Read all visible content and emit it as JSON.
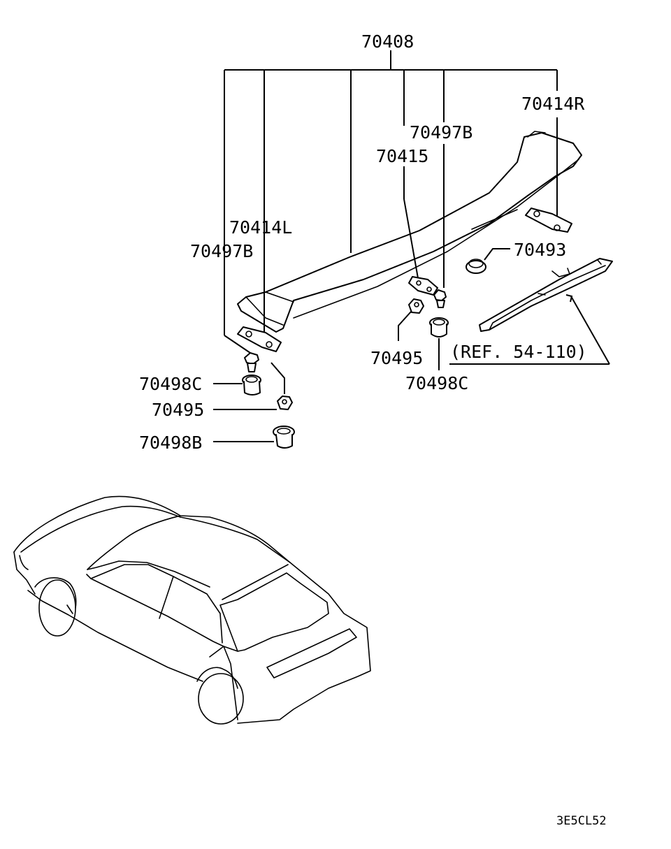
{
  "diagram": {
    "labels": {
      "p70408": "70408",
      "p70414R": "70414R",
      "p70497B_right": "70497B",
      "p70415": "70415",
      "p70414L": "70414L",
      "p70497B_left": "70497B",
      "p70493": "70493",
      "p70495_right": "70495",
      "ref": "(REF. 54-110)",
      "p70498C_right": "70498C",
      "p70498C_left": "70498C",
      "p70495_left": "70495",
      "p70498B": "70498B"
    },
    "drawing_code": "3E5CL52"
  }
}
